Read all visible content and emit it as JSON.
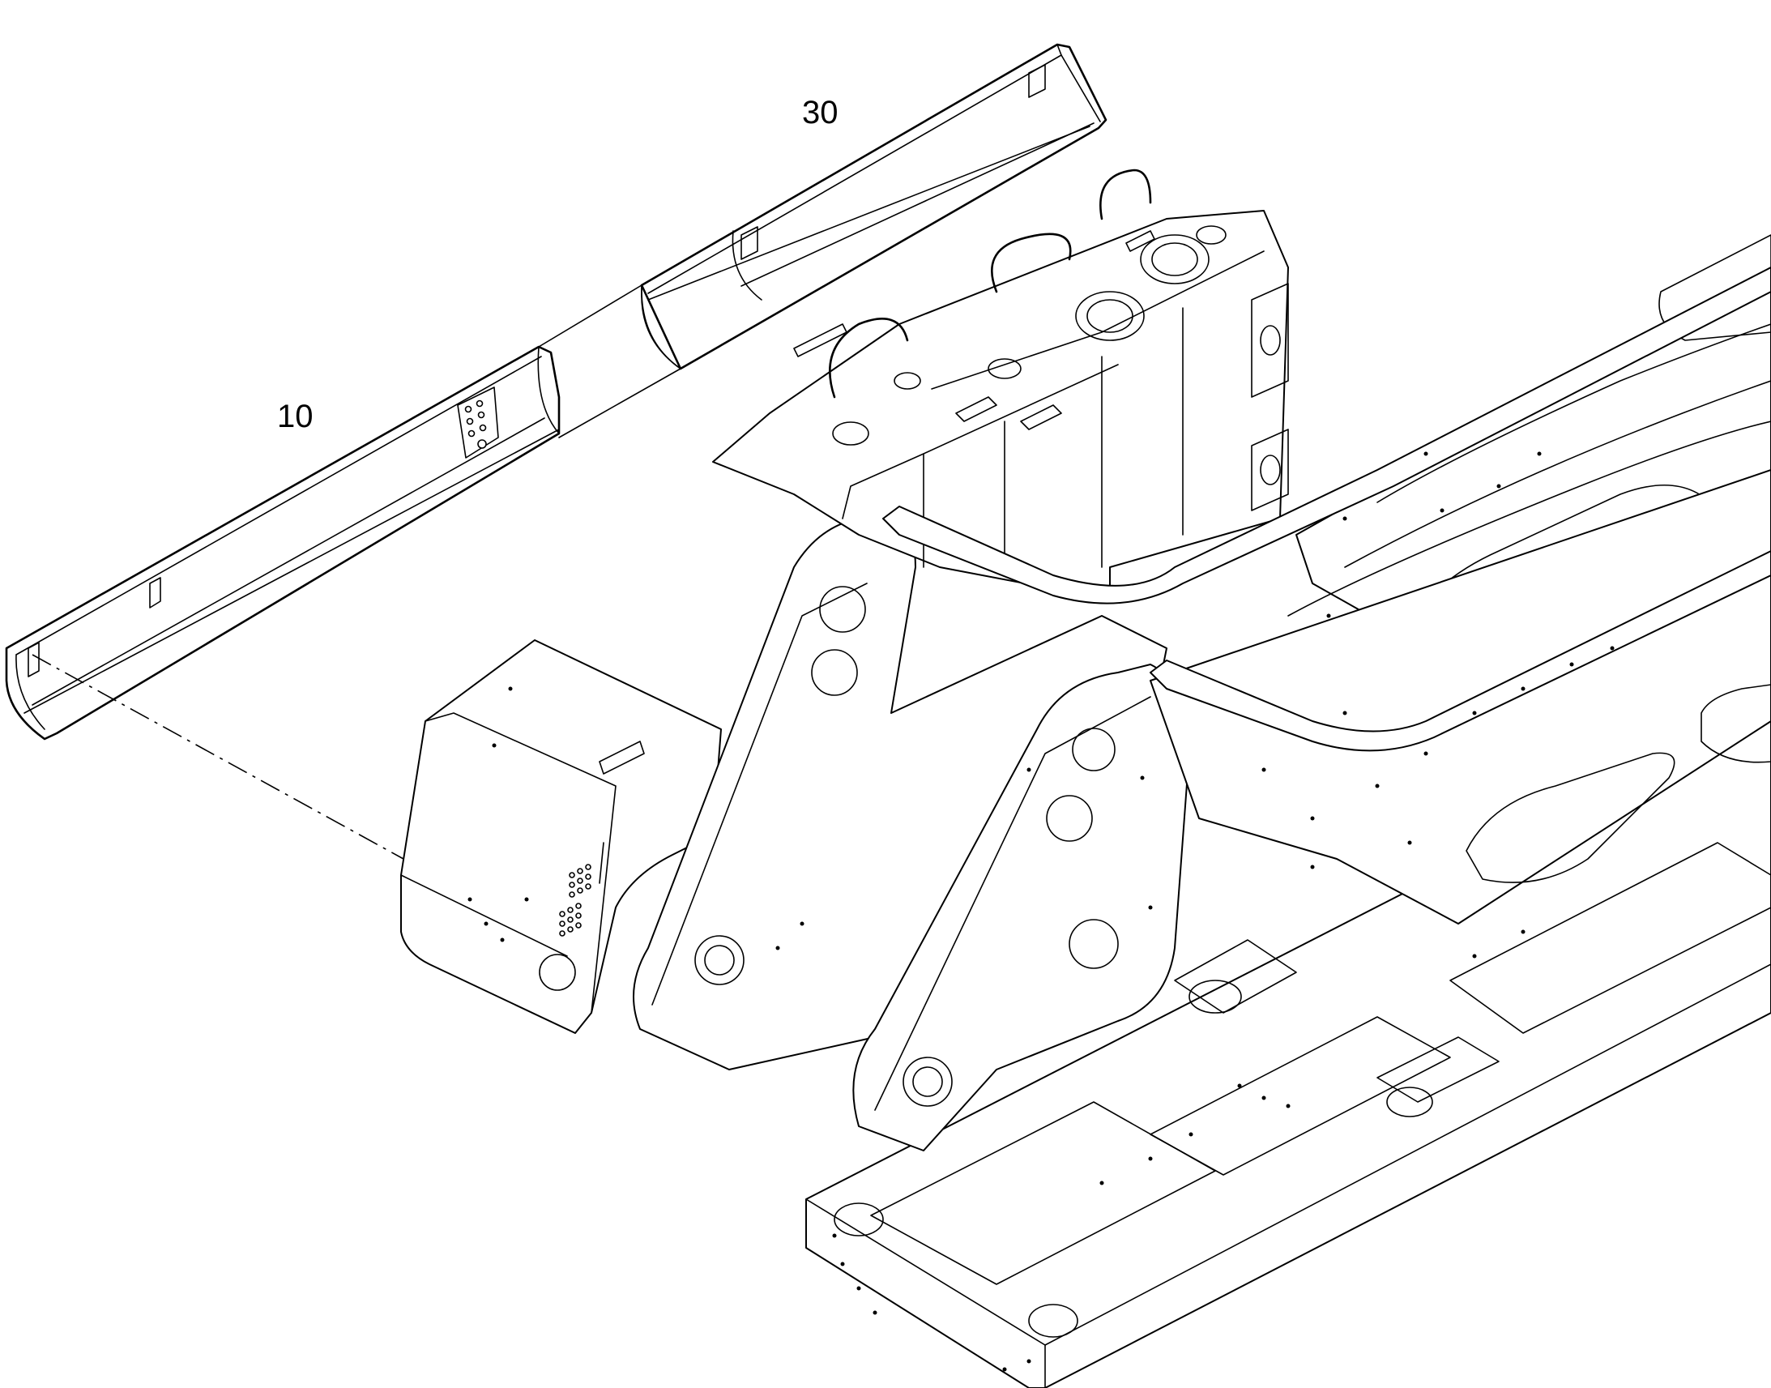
{
  "callouts": [
    {
      "id": "part-10",
      "label": "10"
    },
    {
      "id": "part-30",
      "label": "30"
    }
  ],
  "colors": {
    "line": "#000000",
    "background": "#ffffff"
  }
}
